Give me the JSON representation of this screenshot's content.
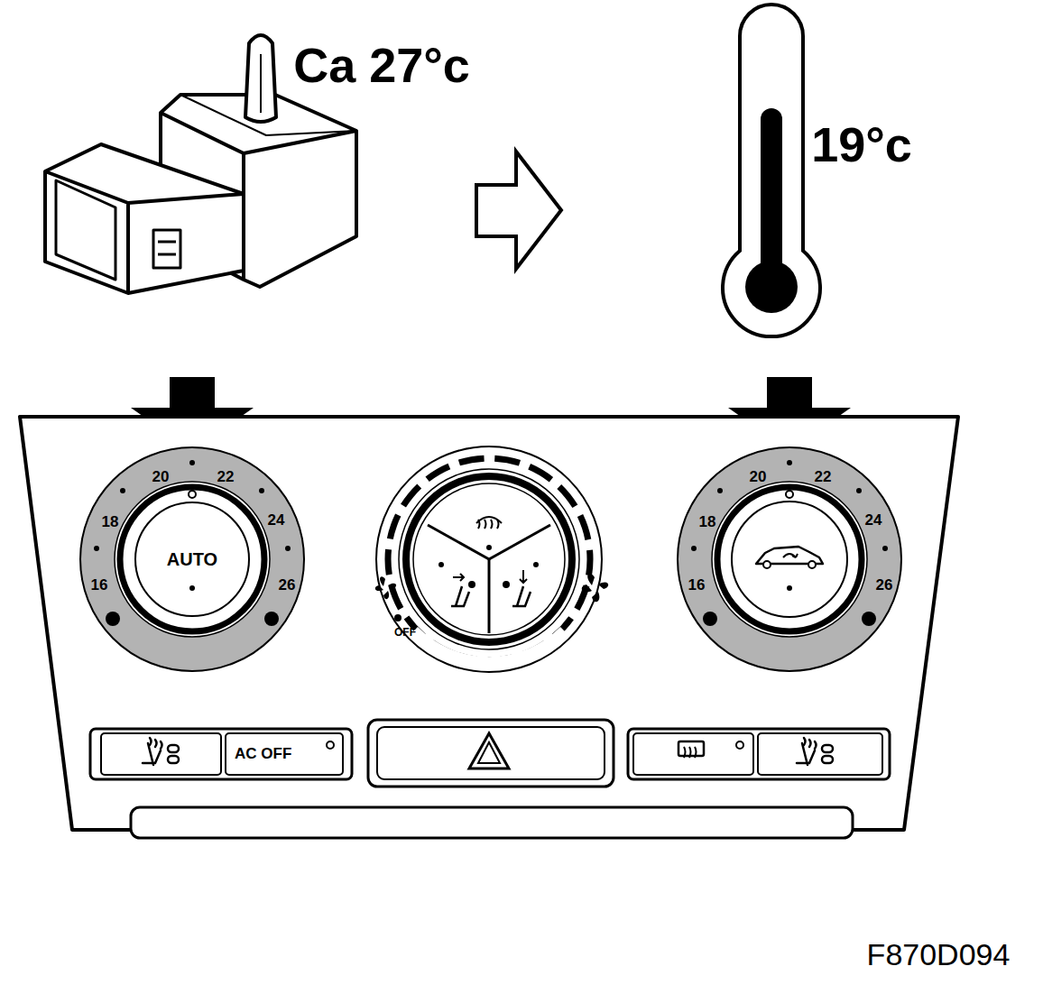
{
  "diagram": {
    "nodes": [
      {
        "text": [
          "AUTO"
        ]
      },
      {
        "text": [
          "AC OFF"
        ]
      }
    ],
    "labels": [
      "Ca 27°c",
      "19°c",
      "20",
      "22",
      "18",
      "24",
      "16",
      "26",
      "OFF",
      "20",
      "22",
      "18",
      "24",
      "16",
      "26",
      "F870D094"
    ]
  }
}
